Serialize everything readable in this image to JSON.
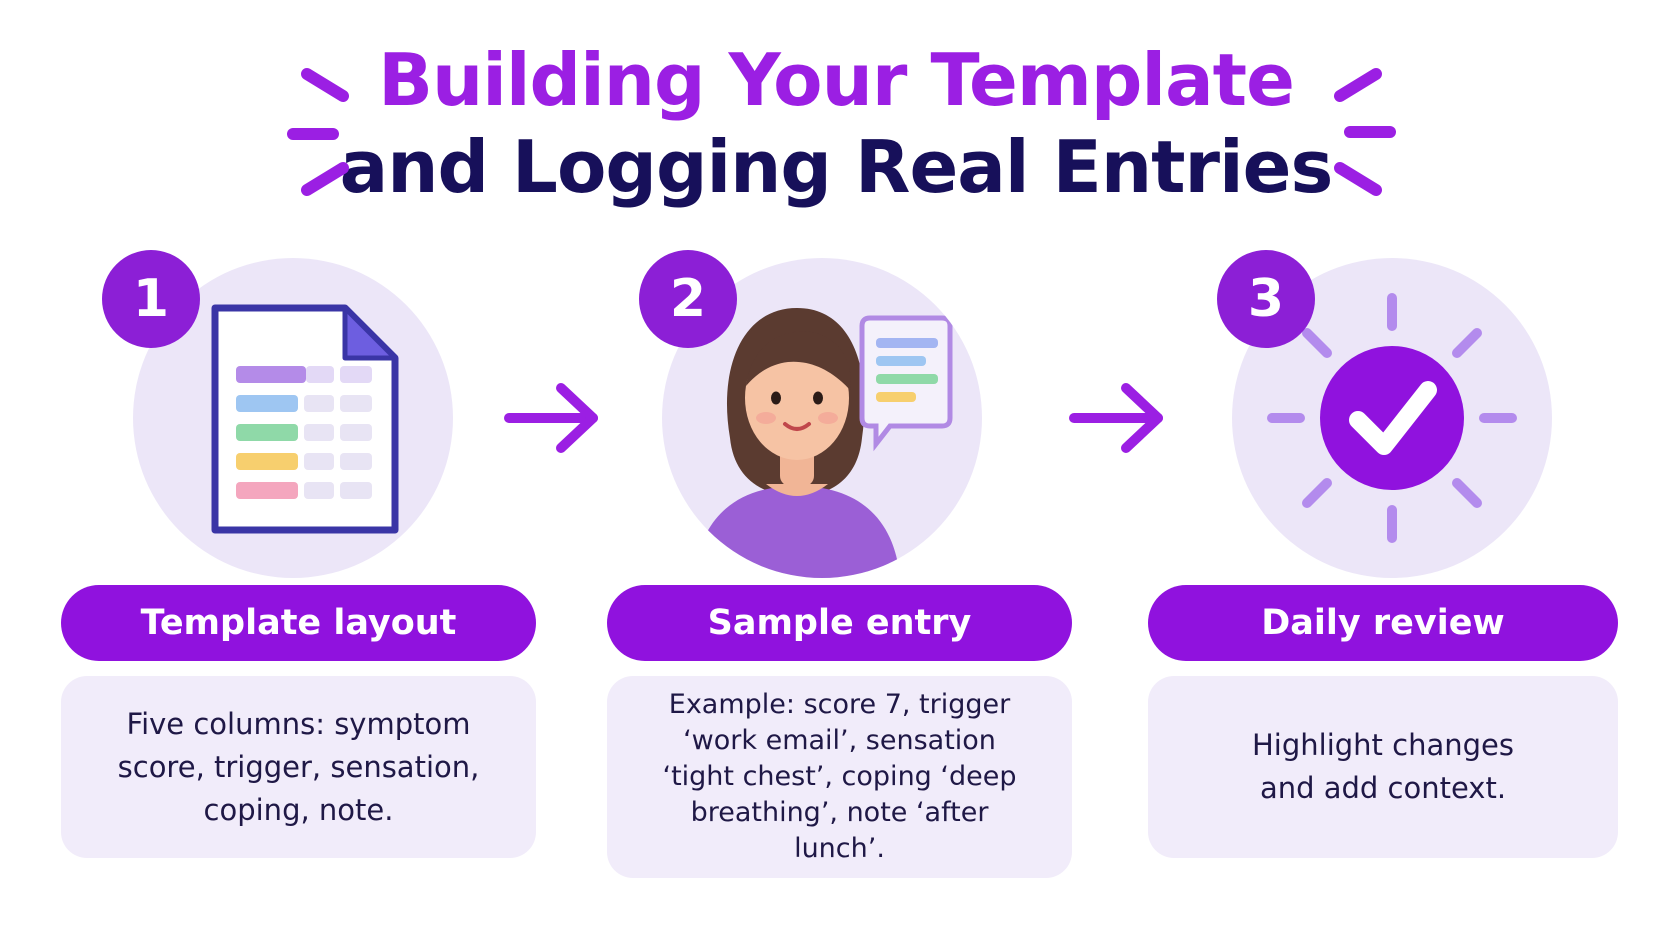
{
  "title": {
    "line1": "Building Your Template",
    "line2": "and Logging Real Entries"
  },
  "colors": {
    "accent": "#9012de",
    "title_primary": "#9b1fe3",
    "title_secondary": "#17105a",
    "circle_bg": "#ece6f8",
    "card_bg": "#f1ecfa"
  },
  "steps": [
    {
      "number": "1",
      "label": "Template layout",
      "description": "Five columns: symptom score, trigger, sensation, coping, note.",
      "icon": "spreadsheet-icon"
    },
    {
      "number": "2",
      "label": "Sample entry",
      "description": "Example: score 7, trigger ‘work email’, sensation ‘tight chest’, coping ‘deep breathing’, note ‘after lunch’.",
      "icon": "person-with-chat-icon"
    },
    {
      "number": "3",
      "label": "Daily review",
      "description": "Highlight changes and add context.",
      "icon": "checkmark-icon"
    }
  ]
}
